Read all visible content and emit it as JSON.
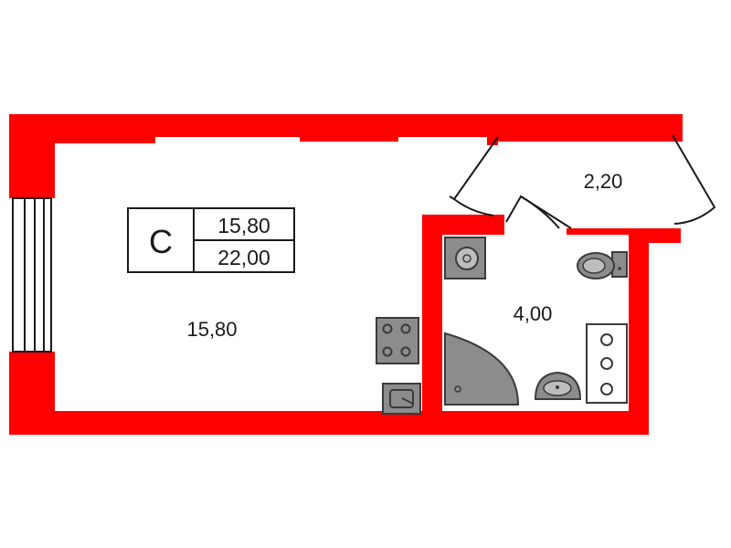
{
  "colors": {
    "wall": "#ff0000",
    "floor": "#ffffff",
    "fixture": "#8c8c8c",
    "fixture_dark": "#3a3a3a",
    "text": "#1a1a1a"
  },
  "legend": {
    "room_type": "С",
    "living_area": "15,80",
    "total_area": "22,00"
  },
  "rooms": {
    "main_room_area": "15,80",
    "bathroom_area": "4,00",
    "hall_area": "2,20"
  },
  "icons": [
    "window-icon",
    "stove-icon",
    "sink-icon",
    "washing-machine-icon",
    "toilet-icon",
    "shower-icon",
    "washbasin-icon",
    "cabinet-icon",
    "door-icon"
  ]
}
